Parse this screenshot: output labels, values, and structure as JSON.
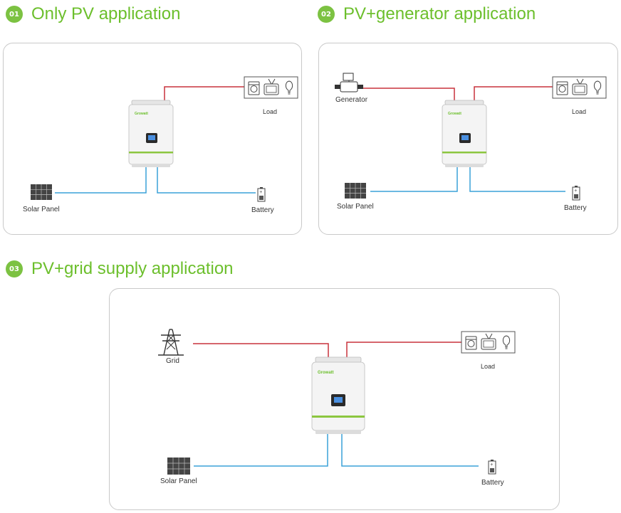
{
  "colors": {
    "accent_green": "#6cbf2c",
    "badge_green": "#7cc242",
    "ac_wire": "#c8323c",
    "dc_wire": "#3aa2d8",
    "panel_border": "#c9c9c9"
  },
  "sections": [
    {
      "badge": "01",
      "title": "Only PV application",
      "labels": {
        "solar": "Solar Panel",
        "battery": "Battery",
        "load": "Load"
      }
    },
    {
      "badge": "02",
      "title": "PV+generator application",
      "labels": {
        "source": "Generator",
        "solar": "Solar Panel",
        "battery": "Battery",
        "load": "Load"
      }
    },
    {
      "badge": "03",
      "title": "PV+grid supply application",
      "labels": {
        "source": "Grid",
        "solar": "Solar Panel",
        "battery": "Battery",
        "load": "Load"
      }
    }
  ],
  "icons": {
    "load": [
      "washing-machine-icon",
      "tv-icon",
      "light-bulb-icon"
    ],
    "generator": "generator-icon",
    "grid": "transmission-tower-icon",
    "solar": "solar-panel-icon",
    "battery": "battery-icon",
    "inverter": "inverter-icon"
  },
  "inverter_brand": "Growatt"
}
